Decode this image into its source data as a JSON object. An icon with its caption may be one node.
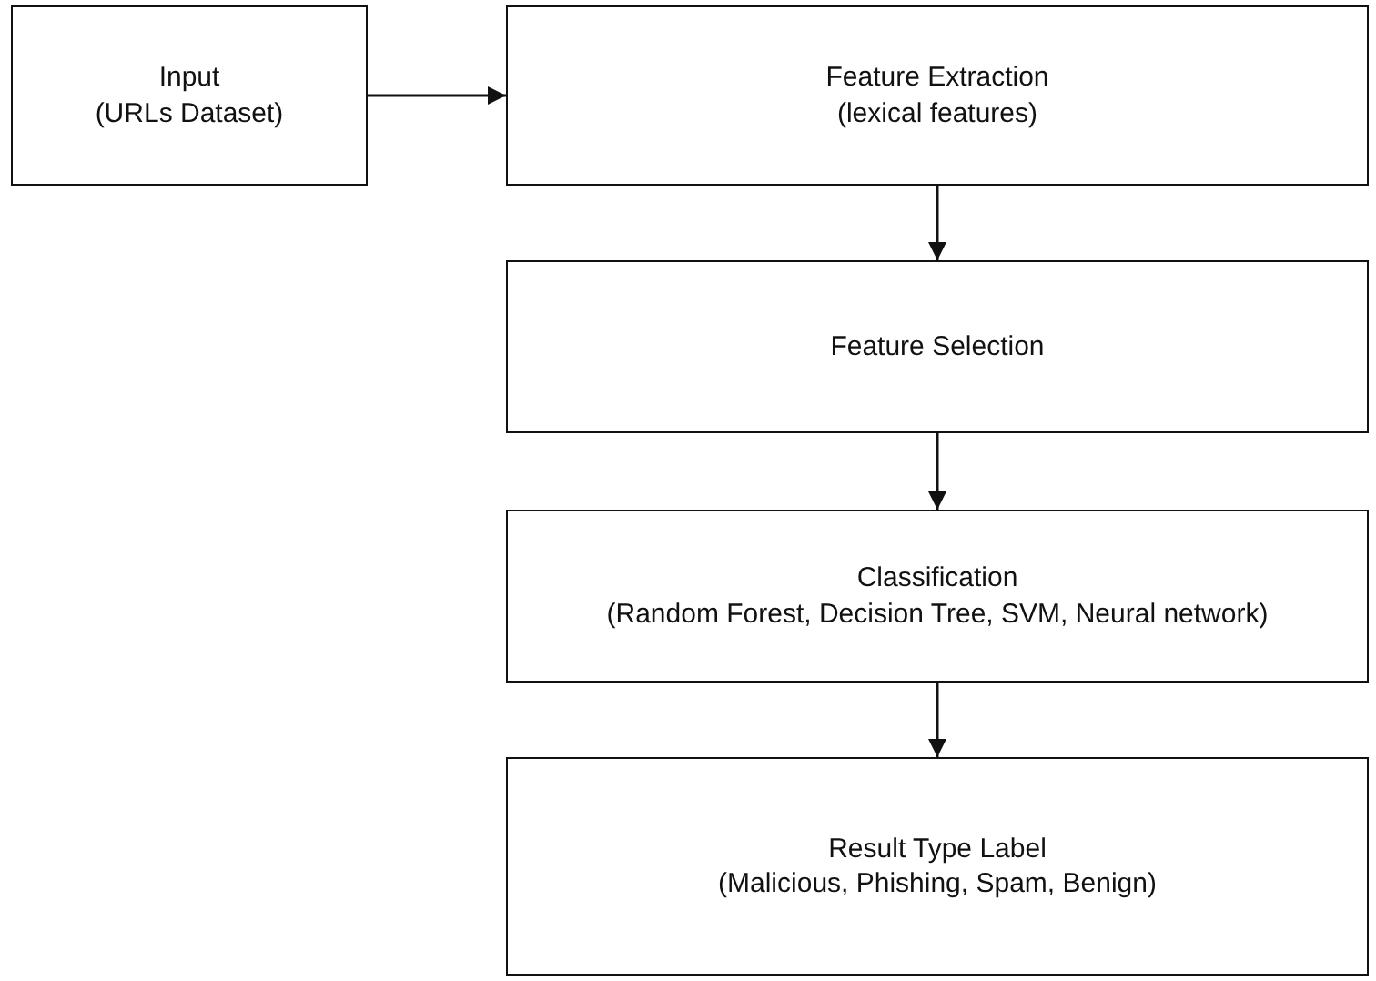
{
  "diagram": {
    "nodes": [
      {
        "text": [
          "Input",
          "(URLs Dataset)"
        ]
      },
      {
        "text": [
          "Feature Extraction",
          "(lexical features)"
        ]
      },
      {
        "text": [
          "Feature Selection"
        ]
      },
      {
        "text": [
          "Classification",
          "(Random Forest, Decision Tree, SVM, Neural network)"
        ]
      },
      {
        "text": [
          "Result Type Label",
          "(Malicious, Phishing, Spam, Benign)"
        ]
      }
    ],
    "edges": [
      {
        "from": 0,
        "to": 1,
        "arrow": "to"
      },
      {
        "from": 1,
        "to": 2,
        "arrow": "to"
      },
      {
        "from": 2,
        "to": 3,
        "arrow": "to"
      },
      {
        "from": 3,
        "to": 4,
        "arrow": "to"
      }
    ]
  }
}
